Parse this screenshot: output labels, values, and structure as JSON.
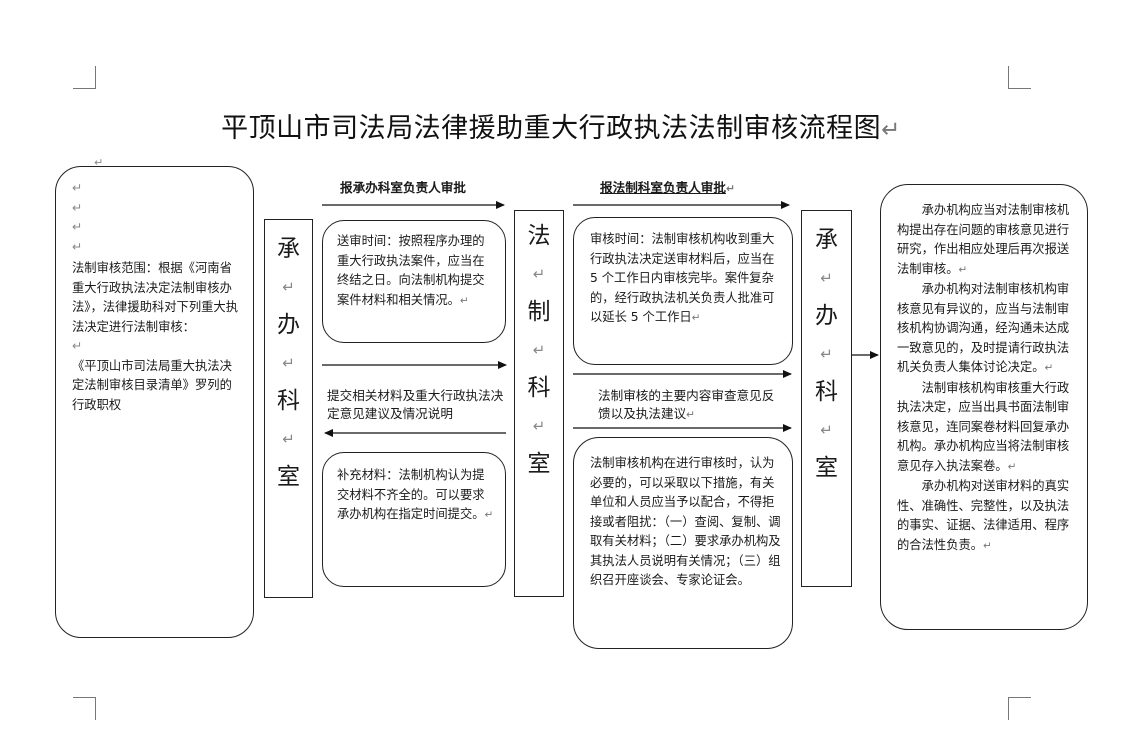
{
  "title": "平顶山市司法局法律援助重大行政执法法制审核流程图",
  "para_mark": "↵",
  "scope_box": {
    "text1": "法制审核范围：根据《河南省重大行政执法决定法制审核办法》，法律援助科对下列重大执法决定进行法制审核：",
    "text2": "《平顶山市司法局重大执法决定法制审核目录清单》罗列的行政职权"
  },
  "columns": {
    "left": {
      "chars": [
        "承",
        "办",
        "科",
        "室"
      ]
    },
    "middle": {
      "chars": [
        "法",
        "制",
        "科",
        "室"
      ]
    },
    "right": {
      "chars": [
        "承",
        "办",
        "科",
        "室"
      ]
    }
  },
  "labels": {
    "approve1": "报承办科室负责人审批",
    "approve2": "报法制科室负责人审批",
    "submit_materials": "提交相关材料及重大行政执法决定意见建议及情况说明",
    "review_feedback": "法制审核的主要内容审查意见反馈以及执法建议"
  },
  "boxes": {
    "send_time": "送审时间：按照程序办理的重大行政执法案件，应当在终结之日。向法制机构提交案件材料和相关情况。",
    "supplement": "补充材料：法制机构认为提交材料不齐全的。可以要求承办机构在指定时间提交。",
    "review_time": "审核时间：法制审核机构收到重大行政执法决定送审材料后，应当在 5 个工作日内审核完毕。案件复杂的，经行政执法机关负责人批准可以延长 5 个工作日",
    "measures": "法制审核机构在进行审核时，认为必要的，可以采取以下措施，有关单位和人员应当予以配合，不得拒接或者阻扰：（一）查阅、复制、调取有关材料；（二）要求承办机构及其执法人员说明有关情况；（三）组织召开座谈会、专家论证会。"
  },
  "right_box": {
    "p1": "承办机构应当对法制审核机构提出存在问题的审核意见进行研究，作出相应处理后再次报送法制审核。",
    "p2": "承办机构对法制审核机构审核意见有异议的，应当与法制审核机构协调沟通，经沟通未达成一致意见的，及时提请行政执法机关负责人集体讨论决定。",
    "p3": "法制审核机构审核重大行政执法决定，应当出具书面法制审核意见，连同案卷材料回复承办机构。承办机构应当将法制审核意见存入执法案卷。",
    "p4": "承办机构对送审材料的真实性、准确性、完整性，以及执法的事实、证据、法律适用、程序的合法性负责。"
  }
}
